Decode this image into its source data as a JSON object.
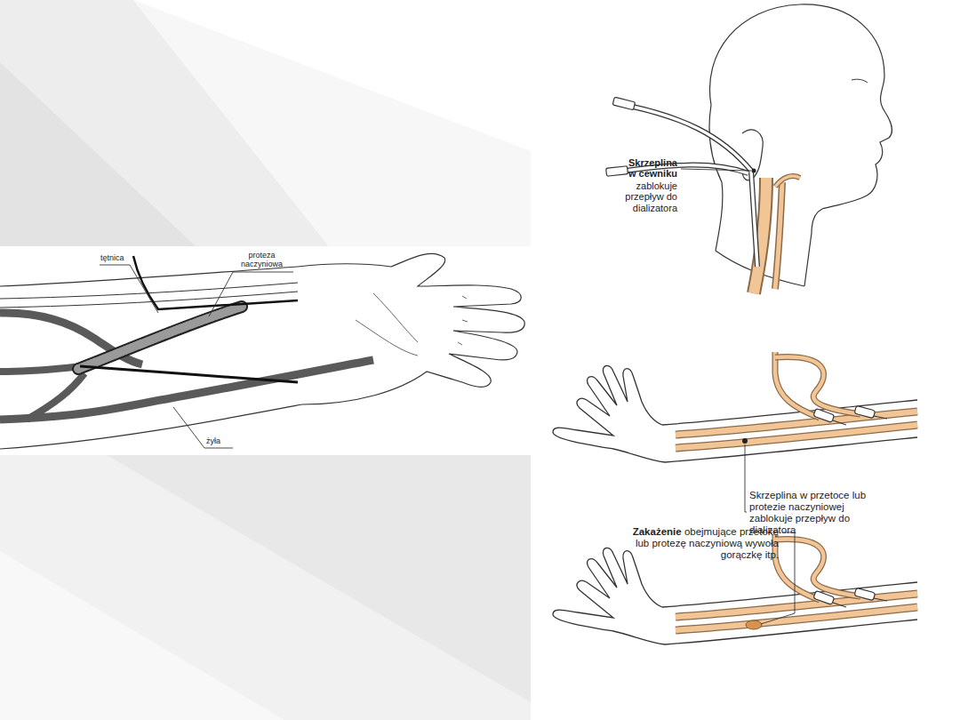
{
  "diagram": {
    "labels": [
      "tętnica",
      "proteza naczyniowa",
      "żyła",
      "Skrzeplina w cewniku",
      "zablokuje przepływ do dializatora",
      "Skrzeplina w przetoce lub protezie naczyniowej zablokuje przepływ do dializatora",
      "Zakażenie",
      "obejmujące przetokę lub protezę naczyniową wywoła gorączkę itp."
    ]
  }
}
